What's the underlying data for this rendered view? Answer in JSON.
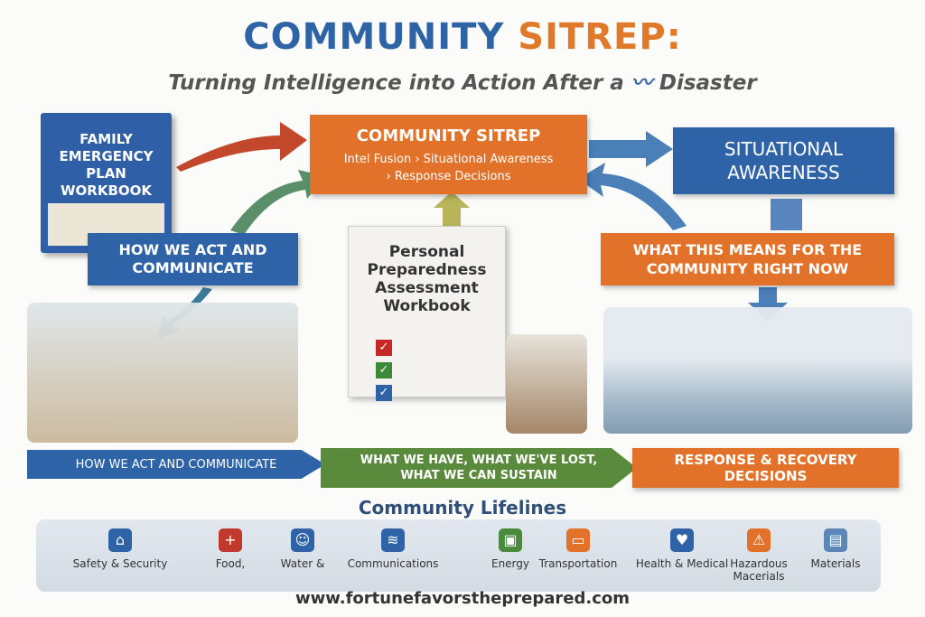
{
  "title": {
    "part1": "COMMUNITY",
    "part2": "SITREP:"
  },
  "subtitle": {
    "before": "Turning Intelligence into Action After a",
    "after": "Disaster"
  },
  "family_book": {
    "title": "FAMILY EMERGENCY PLAN WORKBOOK"
  },
  "sitrep_box": {
    "title": "COMMUNITY SITREP",
    "line1": "Intel Fusion  › Situational Awareness",
    "line2": "› Response Decisions"
  },
  "situational_box": {
    "label": "SITUATIONAL AWARENESS"
  },
  "act_box": {
    "label": "HOW WE ACT AND COMMUNICATE"
  },
  "means_box": {
    "label": "WHAT THIS MEANS FOR THE COMMUNITY RIGHT NOW"
  },
  "notebook": {
    "title": "Personal Preparedness Assessment Workbook"
  },
  "bottom_arrows": [
    {
      "label": "HOW WE ACT AND COMMUNICATE"
    },
    {
      "label": "WHAT WE HAVE, WHAT WE'VE LOST, WHAT WE CAN SUSTAIN"
    },
    {
      "label": "RESPONSE & RECOVERY DECISIONS"
    }
  ],
  "lifelines": {
    "heading": "Community Lifelines",
    "items": [
      {
        "label": "Safety & Security",
        "icon": "house-icon",
        "color": "#2f63a8",
        "glyph": "⌂"
      },
      {
        "label": "Food,",
        "icon": "cross-icon",
        "color": "#c0392b",
        "glyph": "+"
      },
      {
        "label": "Water &",
        "icon": "people-icon",
        "color": "#2f63a8",
        "glyph": "☺"
      },
      {
        "label": "Communications",
        "icon": "signal-icon",
        "color": "#2f63a8",
        "glyph": "≋"
      },
      {
        "label": "Energy",
        "icon": "generator-icon",
        "color": "#4a8a3c",
        "glyph": "▣"
      },
      {
        "label": "Transportation",
        "icon": "car-icon",
        "color": "#e2722a",
        "glyph": "▭"
      },
      {
        "label": "Health & Medical",
        "icon": "heart-icon",
        "color": "#2f63a8",
        "glyph": "♥"
      },
      {
        "label": "Hazardous Macerials",
        "icon": "hazard-icon",
        "color": "#e2722a",
        "glyph": "⚠"
      },
      {
        "label": "Materials",
        "icon": "materials-icon",
        "color": "#5a86b8",
        "glyph": "▤"
      }
    ]
  },
  "url": "www.fortunefavorstheprepared.com"
}
